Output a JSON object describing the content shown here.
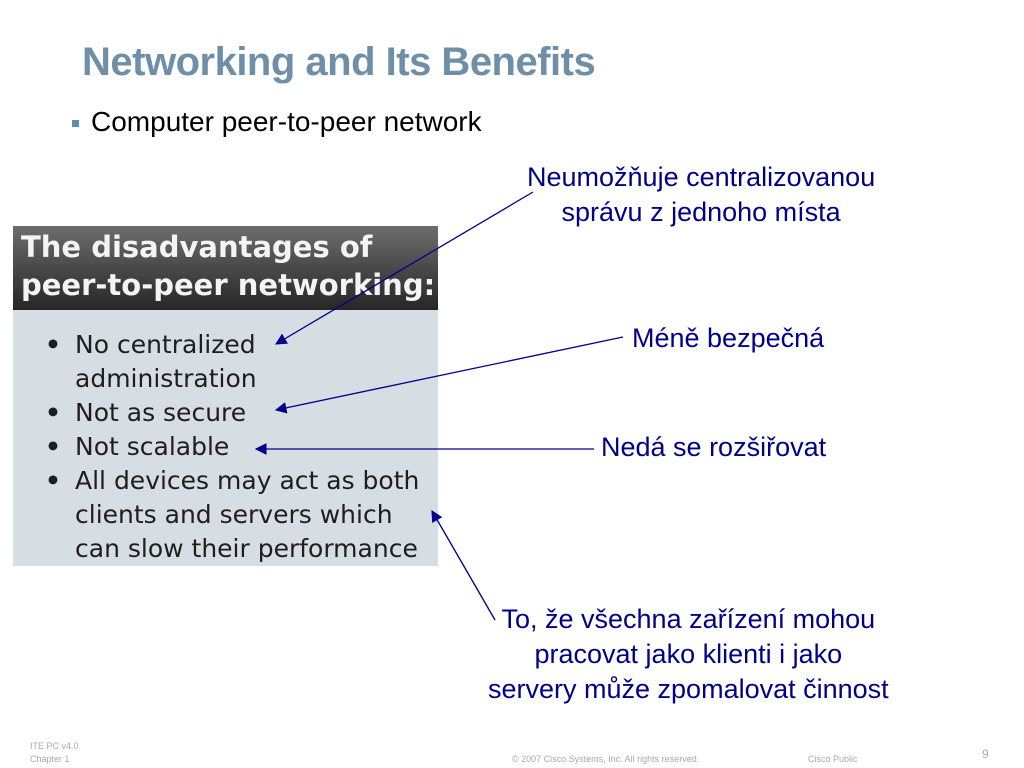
{
  "slide": {
    "title": "Networking and Its Benefits",
    "bullet": "Computer peer-to-peer network"
  },
  "panel": {
    "header_line1": "The disadvantages of",
    "header_line2": "peer-to-peer networking:",
    "items": [
      {
        "bullet": "•",
        "text": "No centralized"
      },
      {
        "text": "administration"
      },
      {
        "bullet": "•",
        "text": "Not as secure"
      },
      {
        "bullet": "•",
        "text": "Not scalable"
      },
      {
        "bullet": "•",
        "text": "All devices may act as both"
      },
      {
        "text": "clients and servers which"
      },
      {
        "text": "can slow their performance"
      }
    ]
  },
  "annotations": {
    "centralized_line1": "Neumožňuje centralizovanou",
    "centralized_line2": "správu z jednoho místa",
    "secure": "Méně bezpečná",
    "scalable": "Nedá se rozšiřovat",
    "performance_line1": "To, že všechna zařízení mohou",
    "performance_line2": "pracovat jako klienti i jako",
    "performance_line3": "servery může zpomalovat činnost"
  },
  "footer": {
    "course": "ITE PC v4.0",
    "chapter": "Chapter 1",
    "copyright": "© 2007 Cisco Systems, Inc. All rights reserved.",
    "classification": "Cisco Public",
    "page_number": "9"
  },
  "colors": {
    "title": "#6f8fa8",
    "annotation": "#00008b",
    "panel_bg": "#d6dde3"
  }
}
